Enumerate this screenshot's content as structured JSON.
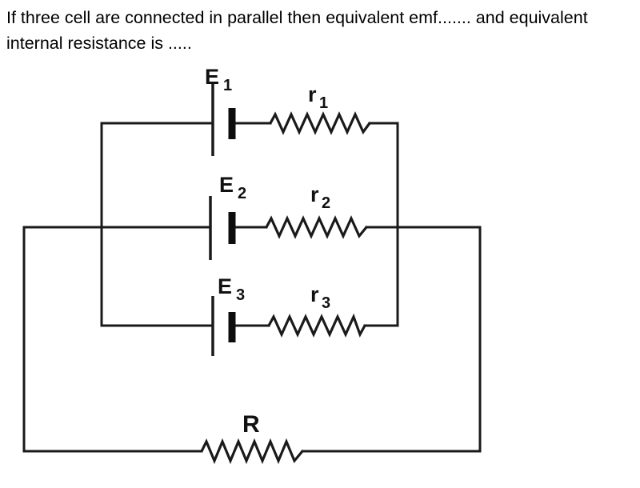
{
  "question": {
    "text": "If three cell are connected in parallel then equivalent emf....... and equivalent internal resistance is ....."
  },
  "circuit": {
    "type": "three cells in parallel with external resistance",
    "cells": [
      {
        "emf_base": "E",
        "emf_sub": "1",
        "r_base": "r",
        "r_sub": "1"
      },
      {
        "emf_base": "E",
        "emf_sub": "2",
        "r_base": "r",
        "r_sub": "2"
      },
      {
        "emf_base": "E",
        "emf_sub": "3",
        "r_base": "r",
        "r_sub": "3"
      }
    ],
    "external_resistor_label": "R",
    "line_color": "#1a1a1a",
    "background_color": "#ffffff"
  }
}
